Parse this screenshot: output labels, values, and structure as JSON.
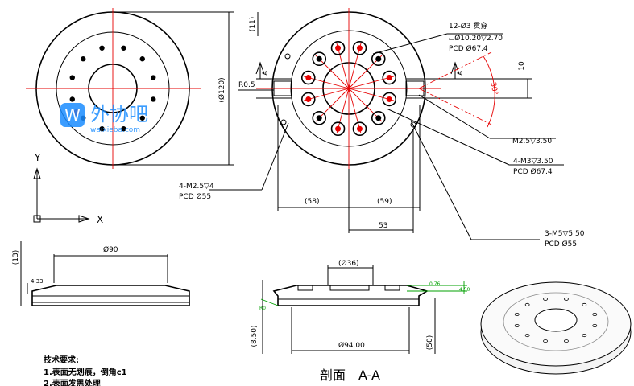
{
  "labels": {
    "hole_spec_1": "12-Ø3 贯穿",
    "hole_spec_2": "⌴Ø10.20▽2.70",
    "hole_spec_3": "PCD Ø67.4",
    "r05": "R0.5",
    "d120": "(Ø120)",
    "d11": "(11)",
    "d10": "10",
    "d30": "30°",
    "m25": "M2.5▽3.50",
    "m3_1": "4-M3▽3.50",
    "m3_2": "PCD Ø67.4",
    "m25b_1": "4-M2.5▽4",
    "m25b_2": "PCD Ø55",
    "d58": "(58)",
    "d59": "(59)",
    "d53": "53",
    "m5_1": "3-M5▽5.50",
    "m5_2": "PCD Ø55",
    "axis_y": "Y",
    "axis_x": "X",
    "d13": "(13)",
    "d90": "Ø90",
    "d433": "4.33",
    "d36": "(Ø36)",
    "d076": "0.76",
    "d450": "4.50",
    "d0": "R0",
    "d850": "(8.50)",
    "d94": "Ø94.00",
    "d50": "(50)",
    "section": "剖面　A-A",
    "tech_title": "技术要求:",
    "tech_1": "1.表面无划痕，倒角c1",
    "tech_2": "2.表面发黑处理",
    "section_mark_left": "A",
    "section_mark_right": "A"
  },
  "watermark": {
    "text": "外协吧",
    "sub": "waixieba.com"
  },
  "colors": {
    "red": "#e60000",
    "green": "#00a000",
    "watermark": "#1a8cff"
  }
}
